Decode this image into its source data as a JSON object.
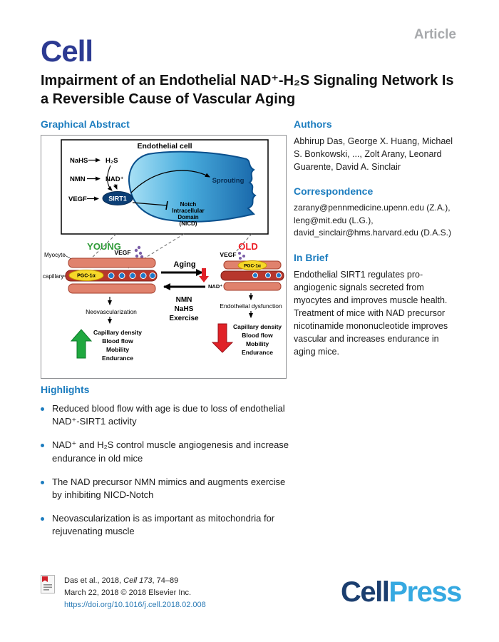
{
  "colors": {
    "heading_blue": "#1d7dbf",
    "cell_logo_blue": "#2c3a92",
    "young_green": "#2f9b38",
    "old_red": "#ec1c24",
    "press_light_blue": "#36a9e1",
    "press_dark_blue": "#1b3e6f"
  },
  "header": {
    "article_label": "Article",
    "journal_logo": "Cell",
    "title": "Impairment of an Endothelial NAD⁺-H₂S Signaling Network Is a Reversible Cause of Vascular Aging"
  },
  "graphical_abstract": {
    "heading": "Graphical Abstract",
    "cell_box": {
      "label": "Endothelial cell",
      "nahs": "NaHS",
      "h2s": "H₂S",
      "nmn": "NMN",
      "nad": "NAD⁺",
      "vegf": "VEGF",
      "sirt1": "SIRT1",
      "sprouting": "Sprouting",
      "notch_lines": [
        "Notch",
        "Intracellular",
        "Domain",
        "(NICD)"
      ]
    },
    "young": {
      "label": "YOUNG",
      "myocyte": "Myocyte",
      "vegf": "VEGF",
      "pgc1a": "PGC-1α",
      "capillary": "capillary",
      "neovascularization": "Neovascularization",
      "outcomes": [
        "Capillary density",
        "Blood flow",
        "Mobility",
        "Endurance"
      ]
    },
    "old": {
      "label": "OLD",
      "vegf": "VEGF",
      "pgc1a": "PGC-1α",
      "nad": "NAD⁺",
      "dysfunction": "Endothelial dysfunction",
      "outcomes": [
        "Capillary density",
        "Blood flow",
        "Mobility",
        "Endurance"
      ]
    },
    "center": {
      "aging": "Aging",
      "reverse": [
        "NMN",
        "NaHS",
        "Exercise"
      ]
    }
  },
  "authors": {
    "heading": "Authors",
    "names": "Abhirup Das, George X. Huang, Michael S. Bonkowski, ..., Zolt Arany, Leonard Guarente, David A. Sinclair"
  },
  "correspondence": {
    "heading": "Correspondence",
    "emails": "zarany@pennmedicine.upenn.edu (Z.A.), leng@mit.edu (L.G.), david_sinclair@hms.harvard.edu (D.A.S.)"
  },
  "in_brief": {
    "heading": "In Brief",
    "text": "Endothelial SIRT1 regulates pro-angiogenic signals secreted from myocytes and improves muscle health. Treatment of mice with NAD precursor nicotinamide mononucleotide improves vascular and increases endurance in aging mice."
  },
  "highlights": {
    "heading": "Highlights",
    "items": [
      "Reduced blood flow with age is due to loss of endothelial NAD⁺-SIRT1 activity",
      "NAD⁺ and H₂S control muscle angiogenesis and increase endurance in old mice",
      "The NAD precursor NMN mimics and augments exercise by inhibiting NICD-Notch",
      "Neovascularization is as important as mitochondria for rejuvenating muscle"
    ]
  },
  "footer": {
    "citation_prefix": "Das et al., 2018, ",
    "citation_journal": "Cell 173",
    "citation_pages": ", 74–89",
    "date_line": "March 22, 2018 © 2018 Elsevier Inc.",
    "doi": "https://doi.org/10.1016/j.cell.2018.02.008",
    "publisher_cell": "Cell",
    "publisher_press": "Press"
  }
}
